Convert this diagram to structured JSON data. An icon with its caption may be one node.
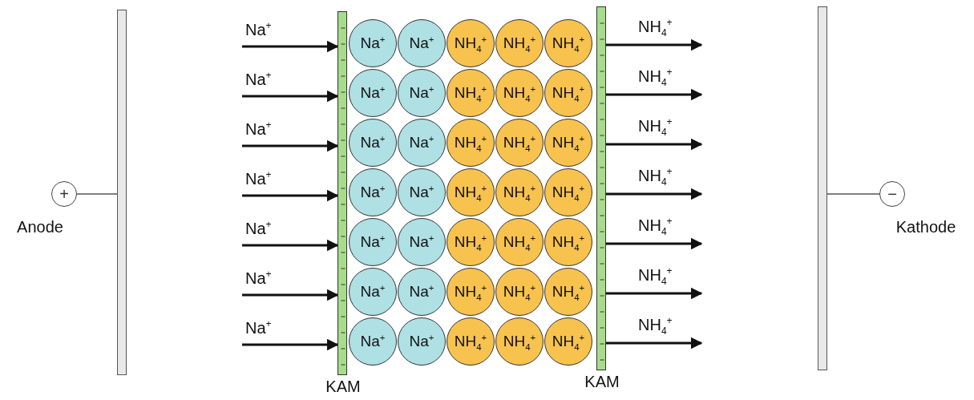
{
  "diagram": {
    "nodes": [
      {
        "text": [
          "+"
        ],
        "beside": [
          "Anode"
        ]
      },
      {
        "text": [],
        "shape": "bar"
      },
      {
        "text": [
          "KAM"
        ]
      },
      {
        "text": [
          "Na$^{+}$"
        ]
      },
      {
        "text": [
          "Na$^{+}$"
        ]
      },
      {
        "text": [
          "NH$_{4}$$^{+}$"
        ]
      },
      {
        "text": [
          "NH$_{4}$$^{+}$"
        ]
      },
      {
        "text": [
          "NH$_{4}$$^{+}$"
        ]
      },
      {
        "text": [
          "Na$^{+}$"
        ]
      },
      {
        "text": [
          "Na$^{+}$"
        ]
      },
      {
        "text": [
          "NH$_{4}$$^{+}$"
        ]
      },
      {
        "text": [
          "NH$_{4}$$^{+}$"
        ]
      },
      {
        "text": [
          "NH$_{4}$$^{+}$"
        ]
      },
      {
        "text": [
          "Na$^{+}$"
        ]
      },
      {
        "text": [
          "Na$^{+}$"
        ]
      },
      {
        "text": [
          "NH$_{4}$$^{+}$"
        ]
      },
      {
        "text": [
          "NH$_{4}$$^{+}$"
        ]
      },
      {
        "text": [
          "NH$_{4}$$^{+}$"
        ]
      },
      {
        "text": [
          "Na$^{+}$"
        ]
      },
      {
        "text": [
          "Na$^{+}$"
        ]
      },
      {
        "text": [
          "NH$_{4}$$^{+}$"
        ]
      },
      {
        "text": [
          "NH$_{4}$$^{+}$"
        ]
      },
      {
        "text": [
          "NH$_{4}$$^{+}$"
        ]
      },
      {
        "text": [
          "Na$^{+}$"
        ]
      },
      {
        "text": [
          "Na$^{+}$"
        ]
      },
      {
        "text": [
          "NH$_{4}$$^{+}$"
        ]
      },
      {
        "text": [
          "NH$_{4}$$^{+}$"
        ]
      },
      {
        "text": [
          "NH$_{4}$$^{+}$"
        ]
      },
      {
        "text": [
          "Na$^{+}$"
        ]
      },
      {
        "text": [
          "Na$^{+}$"
        ]
      },
      {
        "text": [
          "NH$_{4}$$^{+}$"
        ]
      },
      {
        "text": [
          "NH$_{4}$$^{+}$"
        ]
      },
      {
        "text": [
          "NH$_{4}$$^{+}$"
        ]
      },
      {
        "text": [
          "Na$^{+}$"
        ]
      },
      {
        "text": [
          "Na$^{+}$"
        ]
      },
      {
        "text": [
          "NH$_{4}$$^{+}$"
        ]
      },
      {
        "text": [
          "NH$_{4}$$^{+}$"
        ]
      },
      {
        "text": [
          "NH$_{4}$$^{+}$"
        ]
      },
      {
        "text": [
          "KAM"
        ]
      },
      {
        "text": [],
        "shape": "bar"
      },
      {
        "text": [
          "−"
        ],
        "beside": [
          "Kathode"
        ]
      }
    ],
    "edges": [
      {
        "from": 0,
        "to": 1,
        "arrow": "none"
      },
      {
        "from": null,
        "to": 2,
        "arrow": "to",
        "label": "Na$^{+}$"
      },
      {
        "from": null,
        "to": 2,
        "arrow": "to",
        "label": "Na$^{+}$"
      },
      {
        "from": null,
        "to": 2,
        "arrow": "to",
        "label": "Na$^{+}$"
      },
      {
        "from": null,
        "to": 2,
        "arrow": "to",
        "label": "Na$^{+}$"
      },
      {
        "from": null,
        "to": 2,
        "arrow": "to",
        "label": "Na$^{+}$"
      },
      {
        "from": null,
        "to": 2,
        "arrow": "to",
        "label": "Na$^{+}$"
      },
      {
        "from": null,
        "to": 2,
        "arrow": "to",
        "label": "Na$^{+}$"
      },
      {
        "from": 38,
        "to": null,
        "arrow": "to",
        "label": "NH$_{4}$$^{+}$"
      },
      {
        "from": 38,
        "to": null,
        "arrow": "to",
        "label": "NH$_{4}$$^{+}$"
      },
      {
        "from": 38,
        "to": null,
        "arrow": "to",
        "label": "NH$_{4}$$^{+}$"
      },
      {
        "from": 38,
        "to": null,
        "arrow": "to",
        "label": "NH$_{4}$$^{+}$"
      },
      {
        "from": 38,
        "to": null,
        "arrow": "to",
        "label": "NH$_{4}$$^{+}$"
      },
      {
        "from": 38,
        "to": null,
        "arrow": "to",
        "label": "NH$_{4}$$^{+}$"
      },
      {
        "from": 38,
        "to": null,
        "arrow": "to",
        "label": "NH$_{4}$$^{+}$"
      },
      {
        "from": 39,
        "to": 40,
        "arrow": "none"
      }
    ]
  }
}
